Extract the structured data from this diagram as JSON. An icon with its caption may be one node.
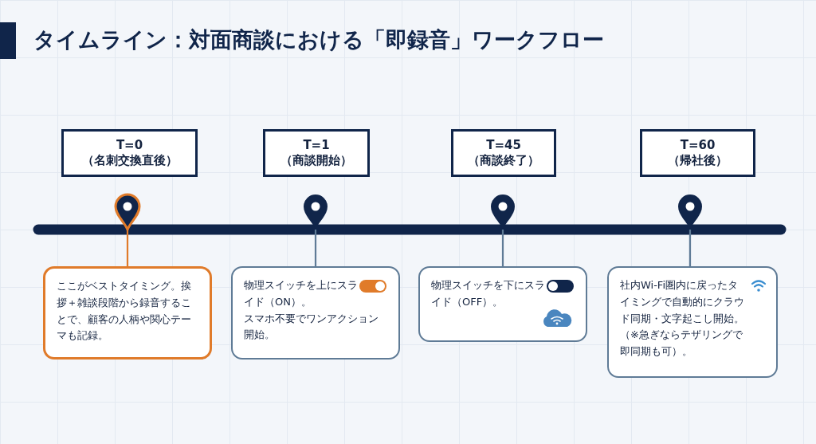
{
  "diagram": {
    "title": "タイムライン：対面商談における「即録音」ワークフロー",
    "nodes": [
      {
        "text": [
          "T=0",
          "（名刺交換直後）"
        ]
      },
      {
        "text": [
          "T=1",
          "（商談開始）"
        ]
      },
      {
        "text": [
          "T=45",
          "（商談終了）"
        ]
      },
      {
        "text": [
          "T=60",
          "（帰社後）"
        ]
      },
      {
        "text": [],
        "shape": "pin"
      },
      {
        "text": [],
        "shape": "pin"
      },
      {
        "text": [],
        "shape": "pin"
      },
      {
        "text": [],
        "shape": "pin"
      },
      {
        "text": [
          "ここがベストタイミング。挨拶＋雑談段階から録音することで、顧客の人柄や関心テーマも記録。"
        ]
      },
      {
        "text": [
          "物理スイッチを上にスライド（ON）。",
          "スマホ不要でワンアクション開始。"
        ]
      },
      {
        "text": [
          "物理スイッチを下にスライド（OFF）。"
        ]
      },
      {
        "text": [
          "社内Wi-Fi圏内に戻ったタイミングで自動的にクラウド同期・文字起こし開始。（※急ぎならテザリングで即同期も可）。"
        ]
      }
    ],
    "edges": [
      {
        "from": 4,
        "to": 8,
        "arrow": "none",
        "color": "#e07b2a"
      },
      {
        "from": 5,
        "to": 9,
        "arrow": "none"
      },
      {
        "from": 6,
        "to": 10,
        "arrow": "none"
      },
      {
        "from": 7,
        "to": 11,
        "arrow": "none"
      }
    ]
  }
}
